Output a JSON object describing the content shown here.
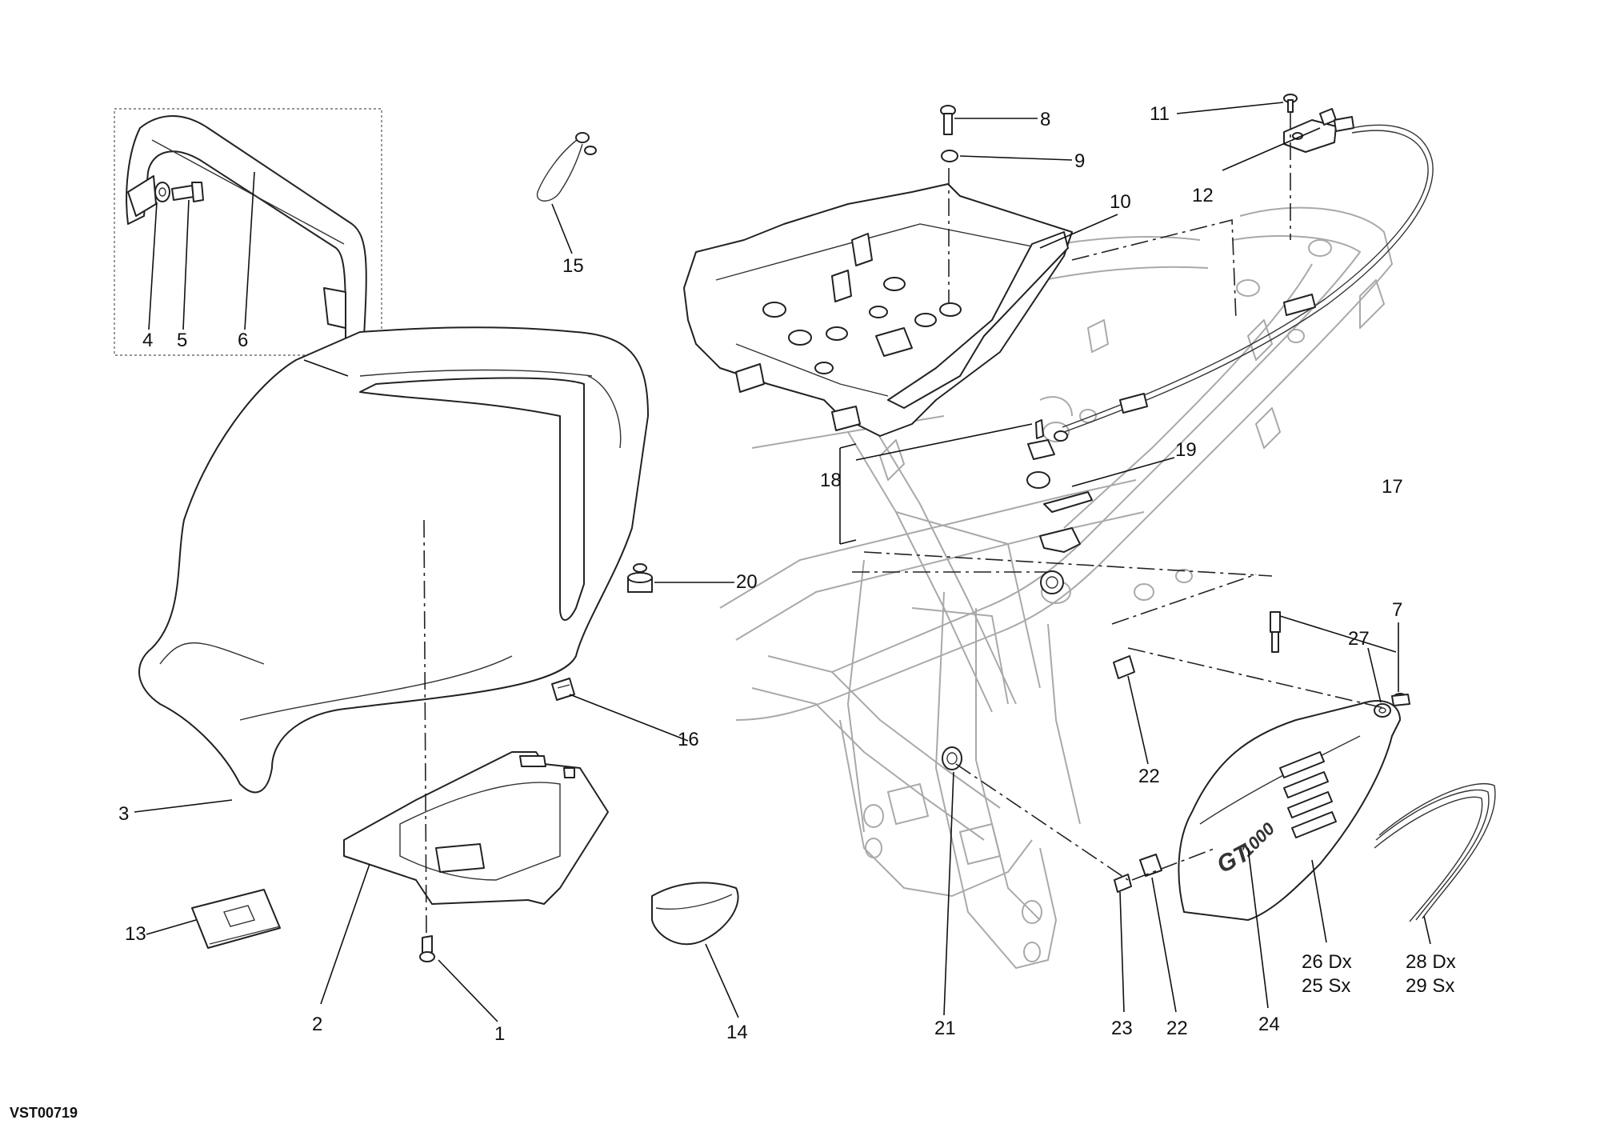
{
  "diagram": {
    "drawing_code": "VST00719",
    "callouts": {
      "c1": "1",
      "c2": "2",
      "c3": "3",
      "c4": "4",
      "c5": "5",
      "c6": "6",
      "c7": "7",
      "c8": "8",
      "c9": "9",
      "c10": "10",
      "c11": "11",
      "c12": "12",
      "c13": "13",
      "c14": "14",
      "c15": "15",
      "c16": "16",
      "c17": "17",
      "c18": "18",
      "c19": "19",
      "c20": "20",
      "c21": "21",
      "c22a": "22",
      "c22b": "22",
      "c23": "23",
      "c24": "24",
      "c26": "26 Dx",
      "c25": "25 Sx",
      "c27": "27",
      "c28": "28 Dx",
      "c29": "29 Sx"
    },
    "side_cover_logo": {
      "brand": "GT",
      "model": "1000"
    }
  }
}
